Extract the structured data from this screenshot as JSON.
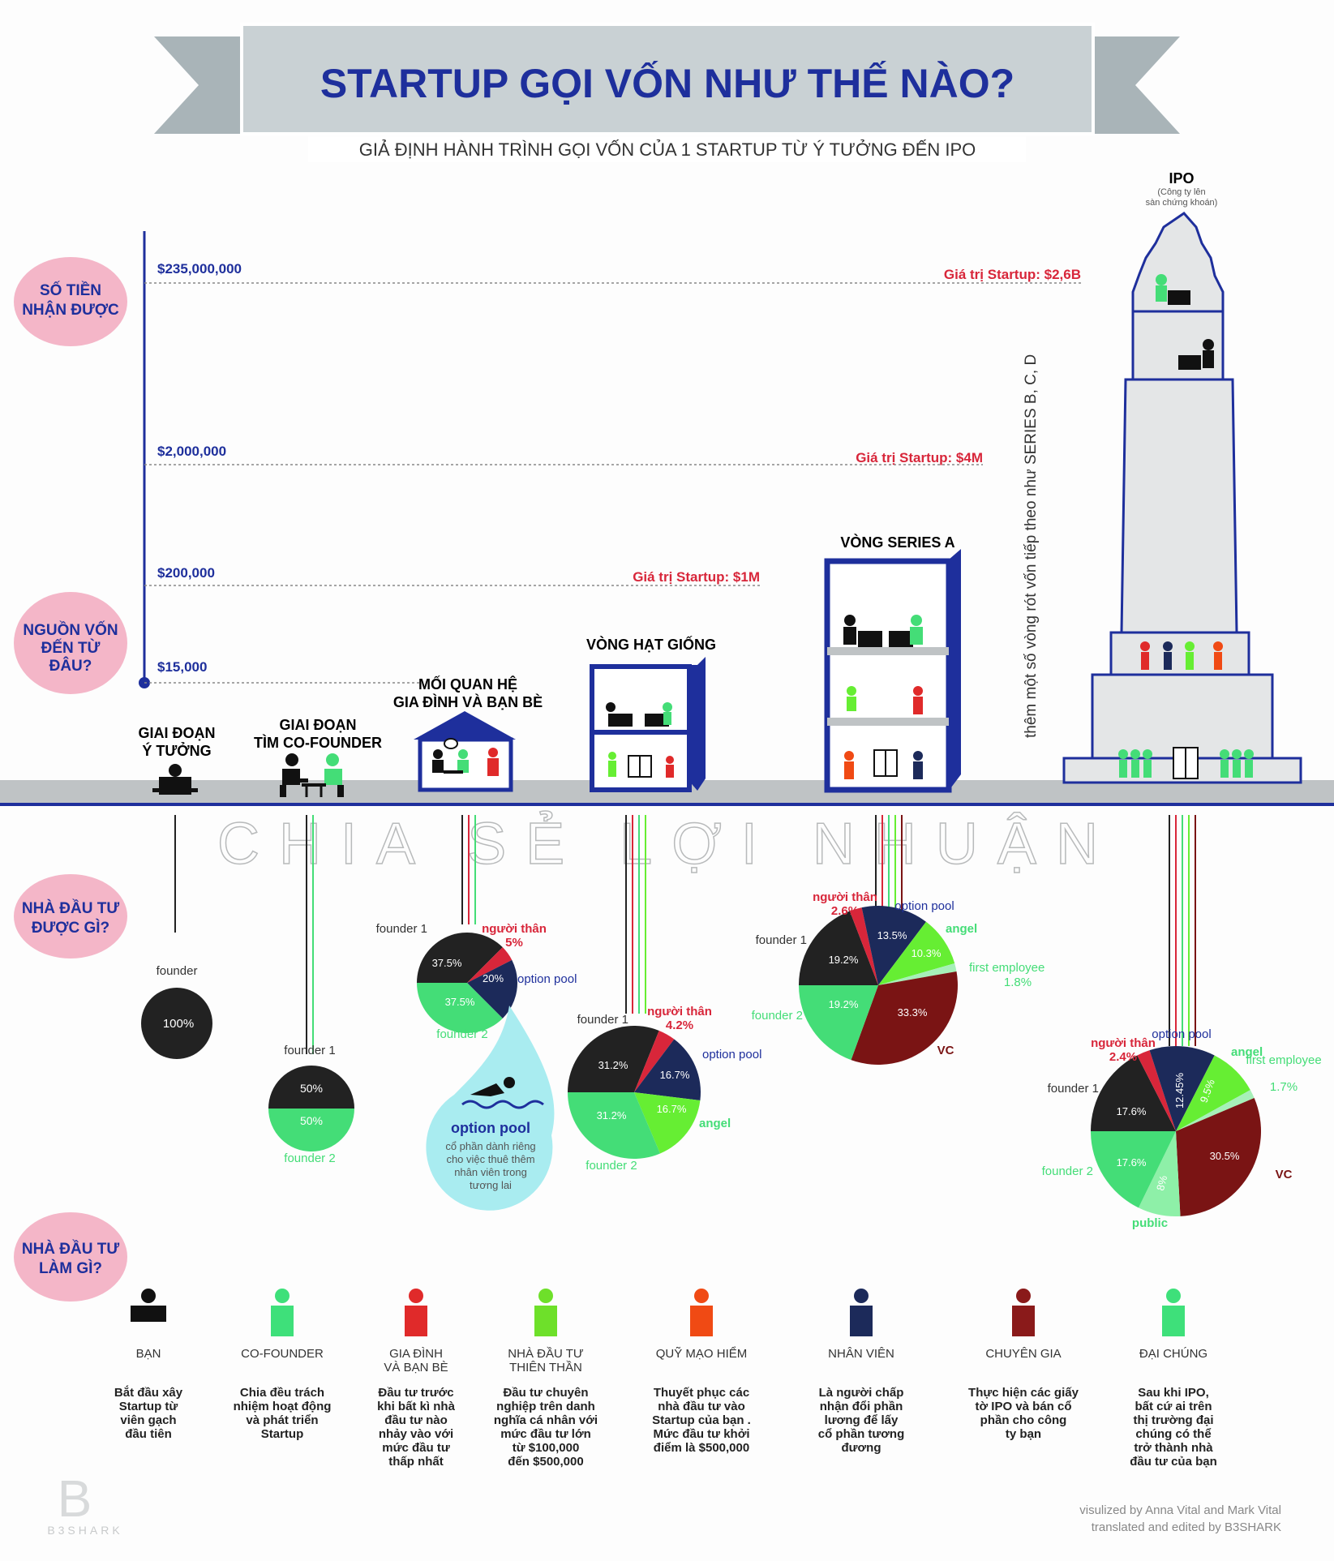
{
  "header": {
    "title": "STARTUP GỌI VỐN NHƯ THẾ NÀO?",
    "subtitle": "GIẢ ĐỊNH HÀNH TRÌNH GỌI VỐN CỦA 1 STARTUP TỪ Ý TƯỞNG ĐẾN IPO"
  },
  "questions": {
    "q1": [
      "SỐ TIỀN",
      "NHẬN ĐƯỢC"
    ],
    "q2": [
      "NGUỒN VỐN",
      "ĐẾN TỪ",
      "ĐÂU?"
    ],
    "q3": [
      "NHÀ ĐẦU TƯ",
      "ĐƯỢC GÌ?"
    ],
    "q4": [
      "NHÀ ĐẦU TƯ",
      "LÀM GÌ?"
    ]
  },
  "amounts": [
    "$235,000,000",
    "$2,000,000",
    "$200,000",
    "$15,000"
  ],
  "valuations": [
    "Giá trị Startup: $2,6B",
    "Giá trị Startup: $4M",
    "Giá trị Startup: $1M"
  ],
  "stages": {
    "idea": [
      "GIAI ĐOẠN",
      "Ý TƯỞNG"
    ],
    "cofounder": [
      "GIAI ĐOẠN",
      "TÌM CO-FOUNDER"
    ],
    "family": [
      "MỐI QUAN HỆ",
      "GIA ĐÌNH VÀ BẠN BÈ"
    ],
    "seed": "VÒNG HẠT GIỐNG",
    "seriesA": "VÒNG SERIES A",
    "ipo": "IPO",
    "ipo_note": [
      "(Công ty lên",
      "sàn chứng khoán)"
    ],
    "vertical_note": "thêm một số vòng rót vốn tiếp theo như SERIES B, C, D"
  },
  "profit_share": "CHIA SẺ LỢI NHUẬN",
  "pies": {
    "p1": {
      "founder": "founder",
      "value": "100%"
    },
    "p2": {
      "founder1": "founder 1",
      "founder2": "founder 2",
      "v1": "50%",
      "v2": "50%"
    },
    "p3": {
      "founder1": "founder 1",
      "family": "người thân",
      "family_pct": "5%",
      "pool": "option pool",
      "founder2": "founder 2",
      "v_f1": "37.5%",
      "v_pool": "20%",
      "v_f2": "37.5%"
    },
    "p4": {
      "founder1": "founder 1",
      "family": "người thân",
      "family_pct": "4.2%",
      "pool": "option pool",
      "angel": "angel",
      "founder2": "founder 2",
      "v_f1": "31.2%",
      "v_pool": "16.7%",
      "v_angel": "16.7%",
      "v_f2": "31.2%"
    },
    "p5": {
      "family": "người thân",
      "family_pct": "2.6%",
      "pool": "option pool",
      "angel": "angel",
      "first": "first employee",
      "first_pct": "1.8%",
      "founder1": "founder 1",
      "founder2": "founder 2",
      "vc": "VC",
      "v_f1": "19.2%",
      "v_pool": "13.5%",
      "v_angel": "10.3%",
      "v_f2": "19.2%",
      "v_vc": "33.3%"
    },
    "p6": {
      "family": "người thân",
      "family_pct": "2.4%",
      "pool": "option pool",
      "angel": "angel",
      "first": "first employee",
      "first_pct": "1.7%",
      "founder1": "founder 1",
      "founder2": "founder 2",
      "vc": "VC",
      "public": "public",
      "v_f1": "17.6%",
      "v_pool": "12.45%",
      "v_angel": "9.5%",
      "v_f2": "17.6%",
      "v_public": "8%",
      "v_vc": "30.5%"
    }
  },
  "callout": {
    "title": "option pool",
    "text": [
      "cổ phần dành riêng",
      "cho việc thuê thêm",
      "nhân viên trong",
      "tương lai"
    ]
  },
  "roles": [
    {
      "name": [
        "BẠN"
      ],
      "desc": [
        "Bắt đầu xây",
        "Startup từ",
        "viên gạch",
        "đầu tiên"
      ],
      "color": "#111111"
    },
    {
      "name": [
        "CO-FOUNDER"
      ],
      "desc": [
        "Chia đều trách",
        "nhiệm hoạt động",
        "và phát triển",
        "Startup"
      ],
      "color": "#3ee07a"
    },
    {
      "name": [
        "GIA ĐÌNH",
        "VÀ BẠN BÈ"
      ],
      "desc": [
        "Đầu tư trước",
        "khi bất kì nhà",
        "đầu tư nào",
        "nhảy vào với",
        "mức đầu tư",
        "thấp nhất"
      ],
      "color": "#e02a2a"
    },
    {
      "name": [
        "NHÀ ĐẦU TƯ",
        "THIÊN THẦN"
      ],
      "desc": [
        "Đầu tư chuyên",
        "nghiệp trên danh",
        "nghĩa cá nhân với",
        "mức đầu tư lớn",
        "từ $100,000",
        "đến $500,000"
      ],
      "color": "#6ee02a"
    },
    {
      "name": [
        "QUỸ MẠO HIỂM"
      ],
      "desc": [
        "Thuyết phục các",
        "nhà đầu tư vào",
        "Startup của bạn .",
        "Mức đầu tư khởi",
        "điểm là $500,000"
      ],
      "color": "#f04a14"
    },
    {
      "name": [
        "NHÂN VIÊN"
      ],
      "desc": [
        "Là người chấp",
        "nhận đổi phần",
        "lương để lấy",
        "cổ phần tương",
        "đương"
      ],
      "color": "#1c2a5a"
    },
    {
      "name": [
        "CHUYÊN GIA"
      ],
      "desc": [
        "Thực hiện các giấy",
        "tờ IPO và bán cổ",
        "phần cho công",
        "ty bạn"
      ],
      "color": "#8a1a1a"
    },
    {
      "name": [
        "ĐẠI CHÚNG"
      ],
      "desc": [
        "Sau khi IPO,",
        "bất cứ ai trên",
        "thị trường đại",
        "chúng có thể",
        "trở thành nhà",
        "đầu tư của bạn"
      ],
      "color": "#3ee07a"
    }
  ],
  "footer": {
    "logo": "B3SHARK",
    "credit1": "visulized by Anna Vital and Mark Vital",
    "credit2": "translated and edited by B3SHARK"
  },
  "colors": {
    "navy": "#1e2f9c",
    "pink": "#f4b6c8",
    "red": "#d8263a",
    "black": "#222222",
    "green": "#44dd77",
    "lime": "#66ee33",
    "darknavy": "#1c2a5a",
    "maroon": "#7a1414"
  }
}
